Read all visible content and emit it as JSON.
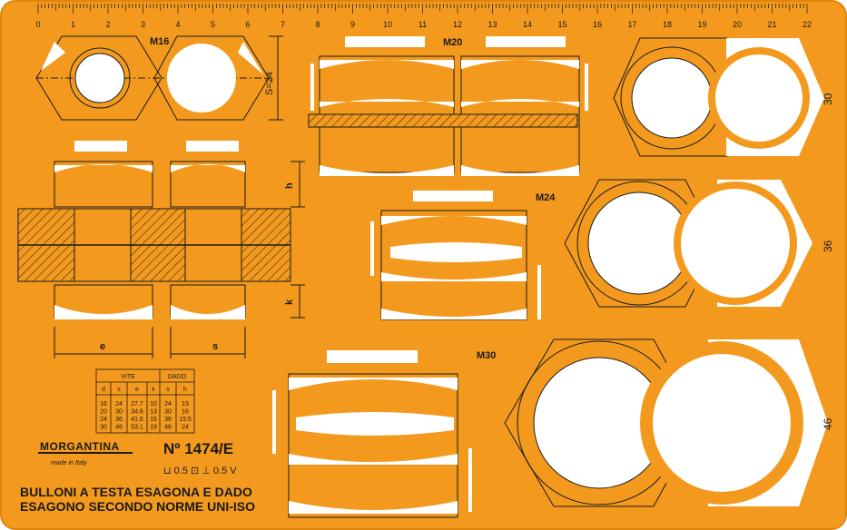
{
  "colors": {
    "template": "#f39a1e",
    "template_edge": "#e0850a",
    "ink": "#1a1a1a",
    "cutout": "#ffffff"
  },
  "ruler": {
    "labels": [
      "0",
      "1",
      "2",
      "3",
      "4",
      "5",
      "6",
      "7",
      "8",
      "9",
      "10",
      "11",
      "12",
      "13",
      "14",
      "15",
      "16",
      "17",
      "18",
      "19",
      "20",
      "21",
      "22"
    ]
  },
  "sizes": {
    "m16": "M16",
    "m20": "M20",
    "m24": "M24",
    "m30": "M30",
    "s24": "S=24"
  },
  "side_labels": {
    "l30": "30",
    "l36": "36",
    "l46": "46"
  },
  "dimensions": {
    "h": "h",
    "k": "k",
    "e": "e",
    "s": "s"
  },
  "table": {
    "group_vite": "VITE",
    "group_dado": "DADO",
    "headers": [
      "d",
      "s",
      "e",
      "k",
      "s",
      "h"
    ],
    "rows": [
      [
        "16",
        "24",
        "27.7",
        "10",
        "24",
        "13"
      ],
      [
        "20",
        "30",
        "34.6",
        "13",
        "30",
        "16"
      ],
      [
        "24",
        "36",
        "41.6",
        "15",
        "36",
        "19.5"
      ],
      [
        "30",
        "46",
        "53.1",
        "19",
        "46",
        "24"
      ]
    ]
  },
  "brand": {
    "name": "MORGANTINA",
    "made_in": "made in Italy",
    "model": "Nº 1474/E",
    "tolerances": "⊔ 0.5 ⊡ ⊥ 0.5 V"
  },
  "title": {
    "line1": "BULLONI A TESTA ESAGONA E DADO",
    "line2": "ESAGONO SECONDO NORME UNI-ISO"
  }
}
